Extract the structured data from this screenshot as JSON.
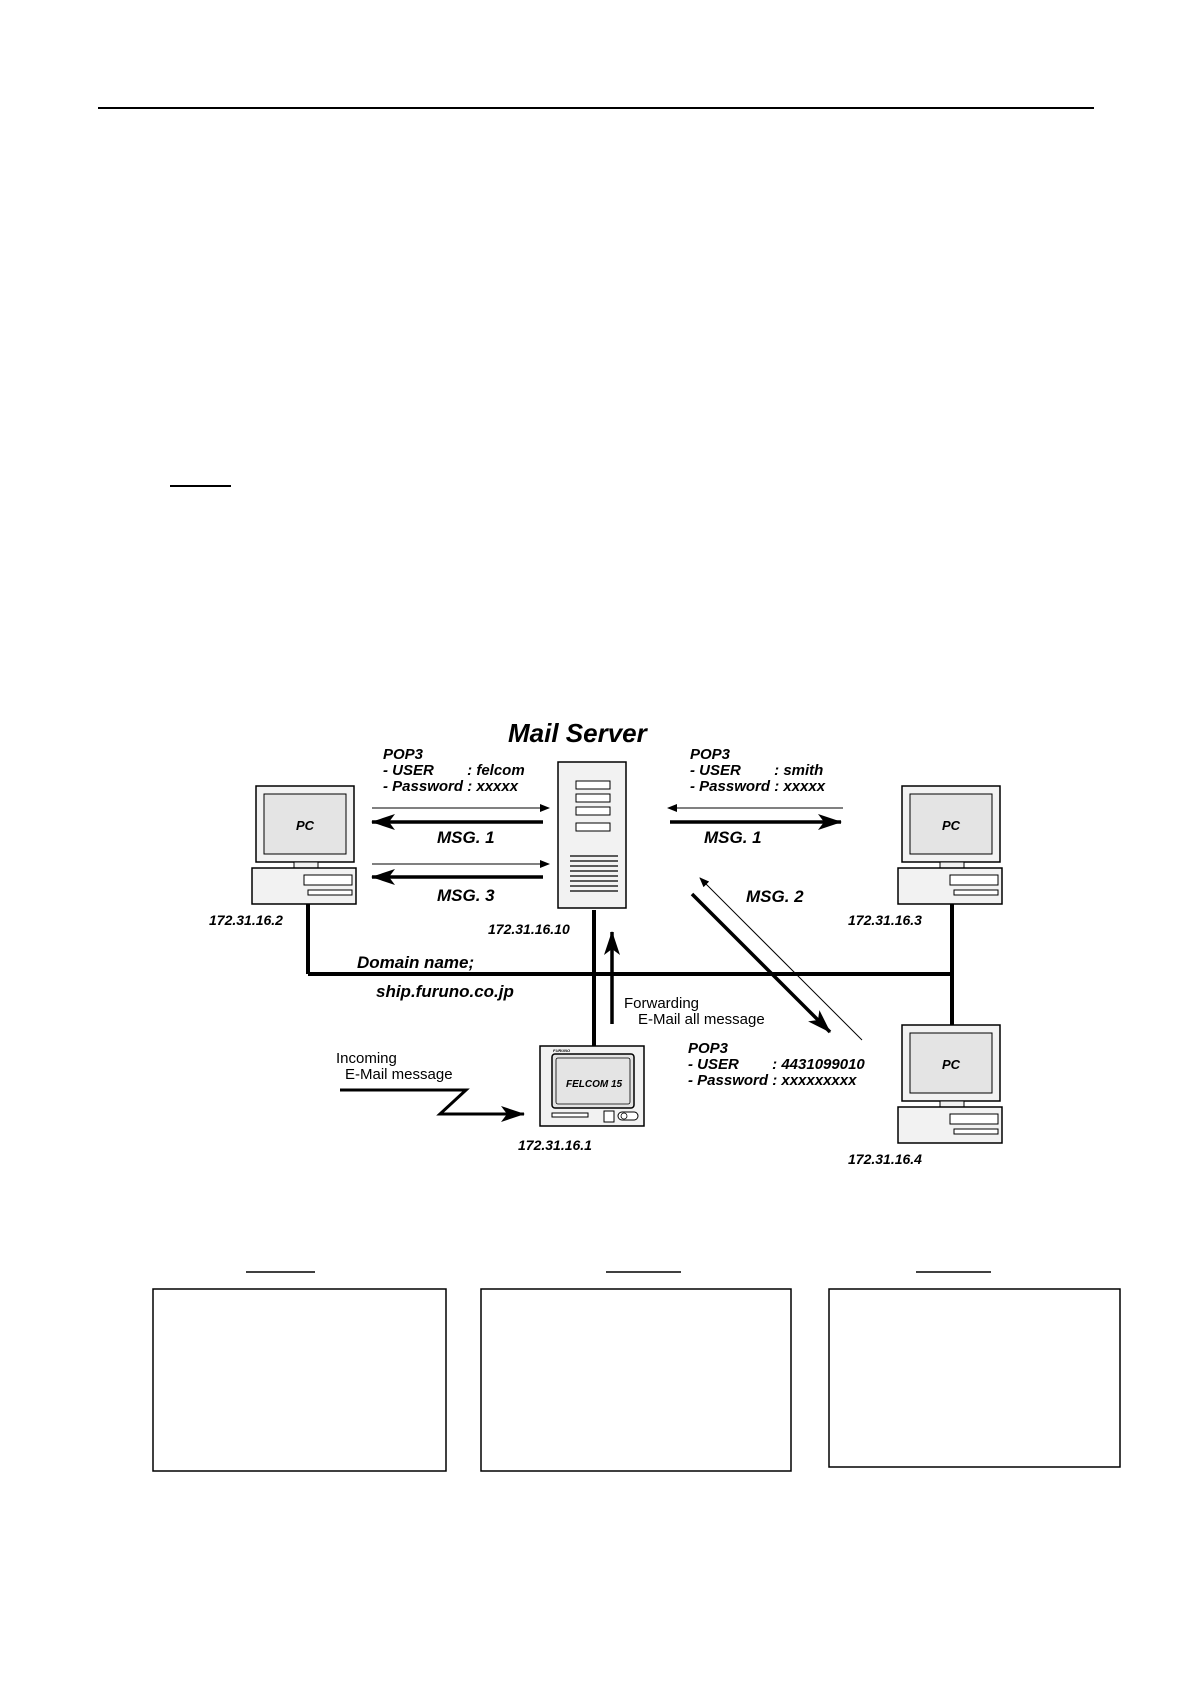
{
  "diagram": {
    "title": "Mail Server",
    "server": {
      "ip": "172.31.16.10"
    },
    "pc_left": {
      "label": "PC",
      "ip": "172.31.16.2"
    },
    "pc_right_top": {
      "label": "PC",
      "ip": "172.31.16.3"
    },
    "pc_right_bottom": {
      "label": "PC",
      "ip": "172.31.16.4"
    },
    "felcom": {
      "brand": "FURUNO",
      "label": "FELCOM 15",
      "ip": "172.31.16.1"
    },
    "pop_left": {
      "line1": "POP3",
      "line2": "- USER        : felcom",
      "line3": "- Password : xxxxx"
    },
    "pop_right": {
      "line1": "POP3",
      "line2": "- USER        : smith",
      "line3": "- Password : xxxxx"
    },
    "pop_bottom": {
      "line1": "POP3",
      "line2": "- USER        : 4431099010",
      "line3": "- Password : xxxxxxxxx"
    },
    "msg1_left": "MSG. 1",
    "msg3_left": "MSG. 3",
    "msg1_right": "MSG. 1",
    "msg2": "MSG. 2",
    "domain_line1": "Domain name;",
    "domain_line2": "ship.furuno.co.jp",
    "forwarding_line1": "Forwarding",
    "forwarding_line2": "E-Mail all message",
    "incoming_line1": "Incoming",
    "incoming_line2": "E-Mail message"
  },
  "colors": {
    "ink": "#000000",
    "paper": "#ffffff",
    "device_fill": "#f2f2f2",
    "screen_fill": "#e4e4e4"
  }
}
